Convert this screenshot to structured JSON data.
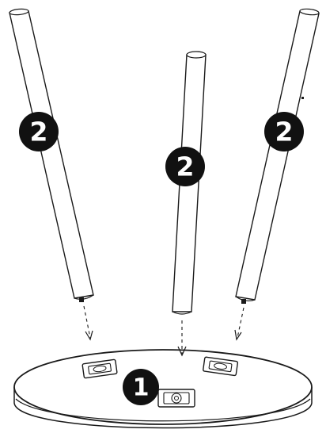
{
  "callouts": {
    "part_1": "1",
    "part_2_left": "2",
    "part_2_center": "2",
    "part_2_right": "2"
  },
  "colors": {
    "line": "#1a1a1a",
    "badge": "#111111",
    "fill": "#ffffff"
  },
  "icons": {
    "badge": "numbered-callout-circle",
    "arrow": "dashed-arrow-down"
  }
}
